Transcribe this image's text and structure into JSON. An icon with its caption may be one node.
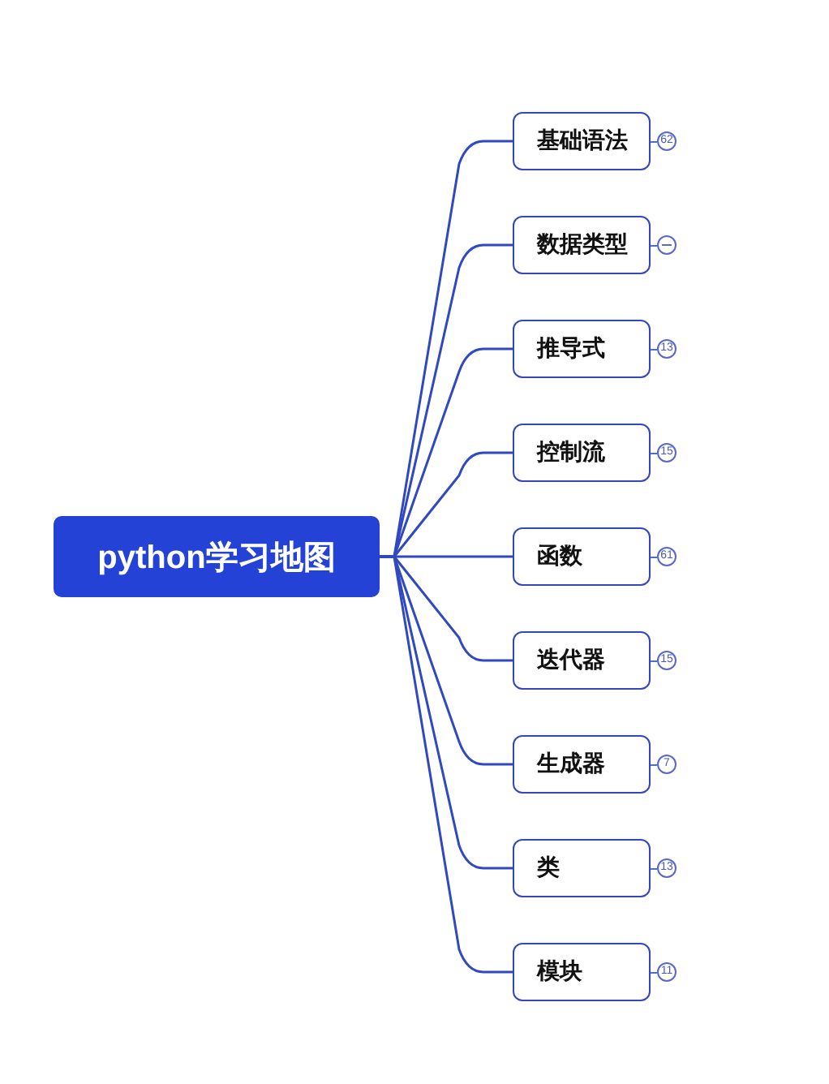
{
  "diagram": {
    "nodes": [
      {
        "text": [
          "python学习地图"
        ]
      },
      {
        "text": [
          "基础语法"
        ],
        "beside": [
          "62"
        ]
      },
      {
        "text": [
          "数据类型"
        ]
      },
      {
        "text": [
          "推导式"
        ],
        "beside": [
          "13"
        ]
      },
      {
        "text": [
          "控制流"
        ],
        "beside": [
          "15"
        ]
      },
      {
        "text": [
          "函数"
        ],
        "beside": [
          "61"
        ]
      },
      {
        "text": [
          "迭代器"
        ],
        "beside": [
          "15"
        ]
      },
      {
        "text": [
          "生成器"
        ],
        "beside": [
          "7"
        ]
      },
      {
        "text": [
          "类"
        ],
        "beside": [
          "13"
        ]
      },
      {
        "text": [
          "模块"
        ],
        "beside": [
          "11"
        ]
      }
    ],
    "edges": [
      {
        "from": 0,
        "to": 1,
        "arrow": "none"
      },
      {
        "from": 0,
        "to": 2,
        "arrow": "none"
      },
      {
        "from": 0,
        "to": 3,
        "arrow": "none"
      },
      {
        "from": 0,
        "to": 4,
        "arrow": "none"
      },
      {
        "from": 0,
        "to": 5,
        "arrow": "none"
      },
      {
        "from": 0,
        "to": 6,
        "arrow": "none"
      },
      {
        "from": 0,
        "to": 7,
        "arrow": "none"
      },
      {
        "from": 0,
        "to": 8,
        "arrow": "none"
      },
      {
        "from": 0,
        "to": 9,
        "arrow": "none"
      }
    ]
  }
}
